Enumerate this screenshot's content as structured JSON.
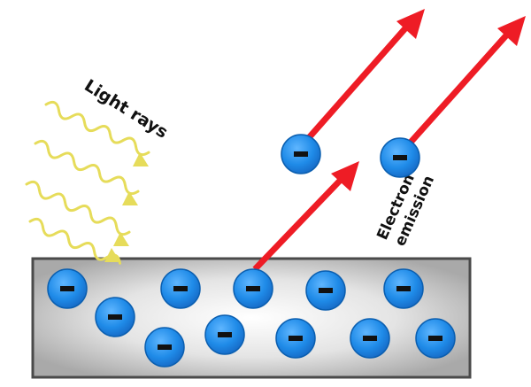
{
  "labels": {
    "light_rays": "Light rays",
    "electron_emission_line1": "Electron",
    "electron_emission_line2": "emission"
  },
  "electron_symbol": "−",
  "colors": {
    "electron_fill": "#1f8be8",
    "electron_edge": "#0b5fb0",
    "arrow": "#ee1c25",
    "light_wave": "#e6dc5a",
    "metal_edge": "#4a4a4a",
    "background": "#ffffff"
  }
}
